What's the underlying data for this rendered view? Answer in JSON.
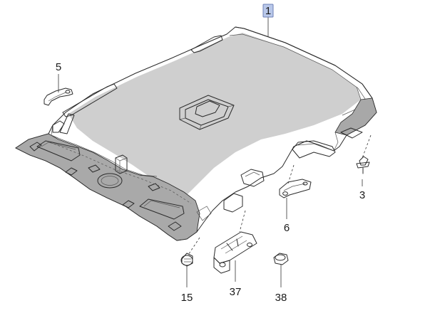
{
  "callouts": [
    {
      "id": "p1",
      "label": "1",
      "highlighted": true
    },
    {
      "id": "p5",
      "label": "5",
      "highlighted": false
    },
    {
      "id": "p3",
      "label": "3",
      "highlighted": false
    },
    {
      "id": "p6",
      "label": "6",
      "highlighted": false
    },
    {
      "id": "p15",
      "label": "15",
      "highlighted": false
    },
    {
      "id": "p37",
      "label": "37",
      "highlighted": false
    },
    {
      "id": "p38",
      "label": "38",
      "highlighted": false
    }
  ],
  "colors": {
    "panel_fill": "#bfbfbf",
    "panel_light": "#d6d6d6",
    "panel_dark": "#8f8f8f",
    "line": "#2b2b2b",
    "highlight": "#b9c8ea"
  }
}
